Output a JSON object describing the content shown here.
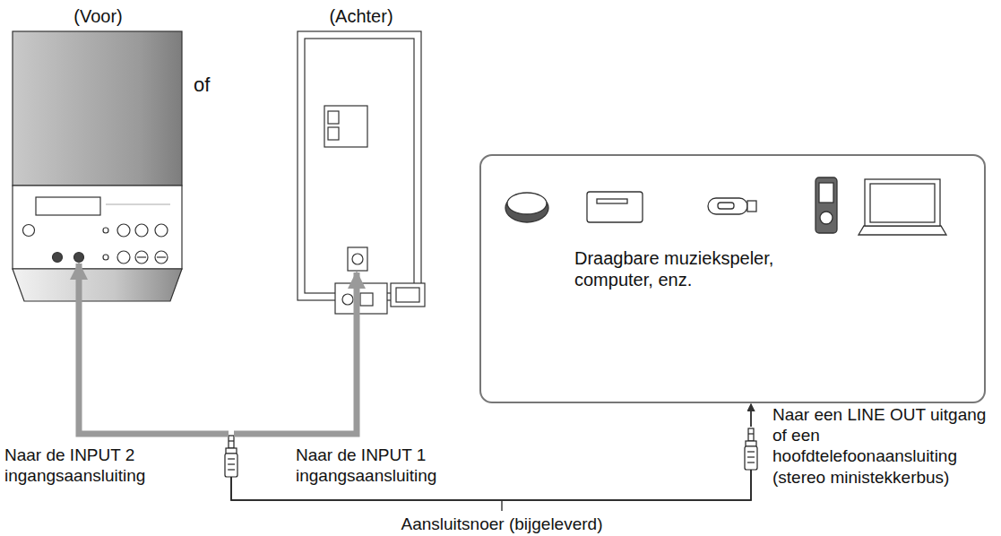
{
  "diagram": {
    "nodes": [
      {
        "text": [
          "(Voor)"
        ]
      },
      {
        "text": [
          "(Achter)"
        ]
      },
      {
        "text": [
          "Draagbare muziekspeler, computer, enz."
        ]
      }
    ],
    "edges": [
      {
        "from": 0,
        "to": 2,
        "arrow": "both"
      },
      {
        "from": 1,
        "to": 2,
        "arrow": "both"
      }
    ],
    "labels": [
      "of",
      "Naar de INPUT 2 ingangsaansluiting",
      "Naar de INPUT 1 ingangsaansluiting",
      "Naar een LINE OUT uitgang of een hoofdtelefoonaansluiting (stereo ministekkerbus)",
      "Aansluitsnoer (bijgeleverd)"
    ]
  }
}
